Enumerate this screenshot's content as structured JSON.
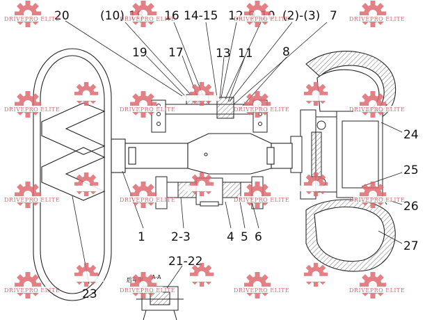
{
  "watermark": {
    "text": "DRIVEPRO ELITE",
    "color": "#d9565c"
  },
  "section_note": {
    "frame_label": "后车架",
    "section_label": "A-A"
  },
  "callouts": [
    {
      "id": "c20",
      "text": "20"
    },
    {
      "id": "c10_18",
      "text": "(10)-18"
    },
    {
      "id": "c16",
      "text": "16"
    },
    {
      "id": "c14_15",
      "text": "14-15"
    },
    {
      "id": "c12",
      "text": "12"
    },
    {
      "id": "c9_10",
      "text": "9-10"
    },
    {
      "id": "c2_3p",
      "text": "(2)-(3)"
    },
    {
      "id": "c7",
      "text": "7"
    },
    {
      "id": "c19",
      "text": "19"
    },
    {
      "id": "c17",
      "text": "17"
    },
    {
      "id": "c13",
      "text": "13"
    },
    {
      "id": "c11",
      "text": "11"
    },
    {
      "id": "c8",
      "text": "8"
    },
    {
      "id": "c24",
      "text": "24"
    },
    {
      "id": "c25",
      "text": "25"
    },
    {
      "id": "c26",
      "text": "26"
    },
    {
      "id": "c27",
      "text": "27"
    },
    {
      "id": "c1",
      "text": "1"
    },
    {
      "id": "c2_3",
      "text": "2-3"
    },
    {
      "id": "c4",
      "text": "4"
    },
    {
      "id": "c5",
      "text": "5"
    },
    {
      "id": "c6",
      "text": "6"
    },
    {
      "id": "c21_22",
      "text": "21-22"
    },
    {
      "id": "c23",
      "text": "23"
    }
  ]
}
